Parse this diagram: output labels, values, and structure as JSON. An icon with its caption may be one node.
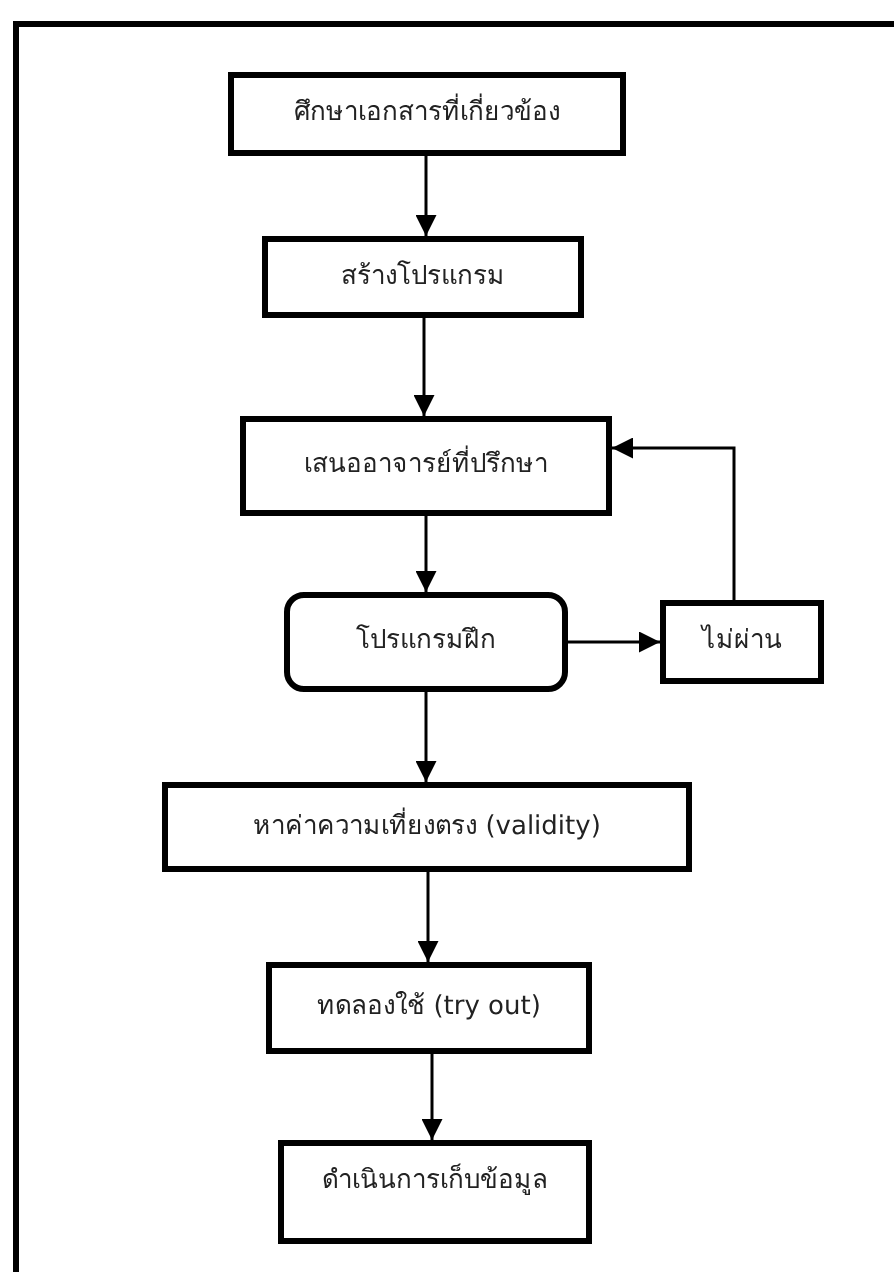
{
  "diagram": {
    "nodes": [
      {
        "text": [
          "ศึกษาเอกสารที่เกี่ยวข้อง"
        ]
      },
      {
        "text": [
          "สร้างโปรแกรม"
        ]
      },
      {
        "text": [
          "เสนออาจารย์ที่ปรึกษา"
        ]
      },
      {
        "text": [
          "โปรแกรมฝึก"
        ]
      },
      {
        "text": [
          "ไม่ผ่าน"
        ]
      },
      {
        "text": [
          "หาค่าความเที่ยงตรง (validity)"
        ]
      },
      {
        "text": [
          "ทดลองใช้ (try out)"
        ]
      },
      {
        "text": [
          "ดำเนินการเก็บข้อมูล"
        ]
      }
    ],
    "edges": [
      {
        "from": 0,
        "to": 1,
        "arrow": "to"
      },
      {
        "from": 1,
        "to": 2,
        "arrow": "to"
      },
      {
        "from": 2,
        "to": 3,
        "arrow": "to"
      },
      {
        "from": 3,
        "to": 4,
        "arrow": "to"
      },
      {
        "from": 4,
        "to": 2,
        "arrow": "to"
      },
      {
        "from": 3,
        "to": 5,
        "arrow": "to"
      },
      {
        "from": 5,
        "to": 6,
        "arrow": "to"
      },
      {
        "from": 6,
        "to": 7,
        "arrow": "to"
      }
    ]
  }
}
